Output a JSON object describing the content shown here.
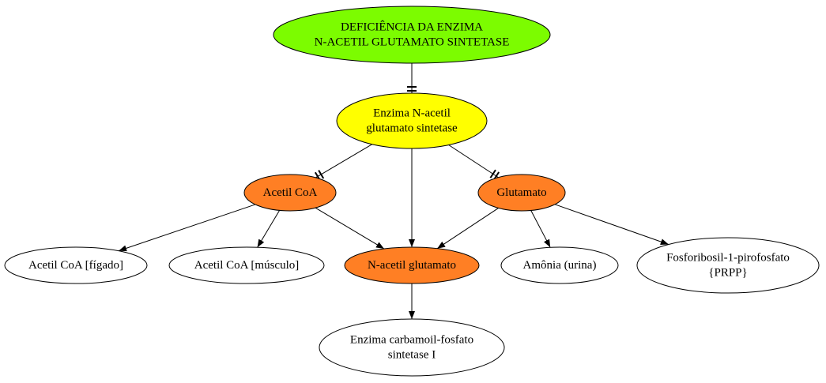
{
  "colors": {
    "deficiency": "#7cfc00",
    "enzyme": "#ffff00",
    "highlight": "#ff7f24",
    "plain": "#ffffff",
    "stroke": "#000000"
  },
  "nodes": {
    "deficiency": {
      "lines": [
        "DEFICIÊNCIA DA ENZIMA",
        "N-ACETIL GLUTAMATO SINTETASE"
      ]
    },
    "enzyme": {
      "lines": [
        "Enzima N-acetil",
        "glutamato sintetase"
      ]
    },
    "acetil_coa": {
      "lines": [
        "Acetil CoA"
      ]
    },
    "glutamato": {
      "lines": [
        "Glutamato"
      ]
    },
    "acetil_coa_figado": {
      "lines": [
        "Acetil CoA [fígado]"
      ]
    },
    "acetil_coa_musculo": {
      "lines": [
        "Acetil CoA [músculo]"
      ]
    },
    "n_acetil_glutamato": {
      "lines": [
        "N-acetil glutamato"
      ]
    },
    "amonia": {
      "lines": [
        "Amônia (urina)"
      ]
    },
    "prpp": {
      "lines": [
        "Fosforibosil-1-pirofosfato",
        "{PRPP}"
      ]
    },
    "carbamoil": {
      "lines": [
        "Enzima carbamoil-fosfato",
        "sintetase I"
      ]
    }
  },
  "edges": [
    {
      "from": "deficiency",
      "to": "enzyme",
      "type": "tee"
    },
    {
      "from": "enzyme",
      "to": "acetil_coa",
      "type": "tee"
    },
    {
      "from": "enzyme",
      "to": "glutamato",
      "type": "tee"
    },
    {
      "from": "enzyme",
      "to": "n_acetil_glutamato",
      "type": "arrow"
    },
    {
      "from": "acetil_coa",
      "to": "acetil_coa_figado",
      "type": "arrow"
    },
    {
      "from": "acetil_coa",
      "to": "acetil_coa_musculo",
      "type": "arrow"
    },
    {
      "from": "acetil_coa",
      "to": "n_acetil_glutamato",
      "type": "arrow"
    },
    {
      "from": "glutamato",
      "to": "n_acetil_glutamato",
      "type": "arrow"
    },
    {
      "from": "glutamato",
      "to": "amonia",
      "type": "arrow"
    },
    {
      "from": "glutamato",
      "to": "prpp",
      "type": "arrow"
    },
    {
      "from": "n_acetil_glutamato",
      "to": "carbamoil",
      "type": "arrow"
    }
  ]
}
